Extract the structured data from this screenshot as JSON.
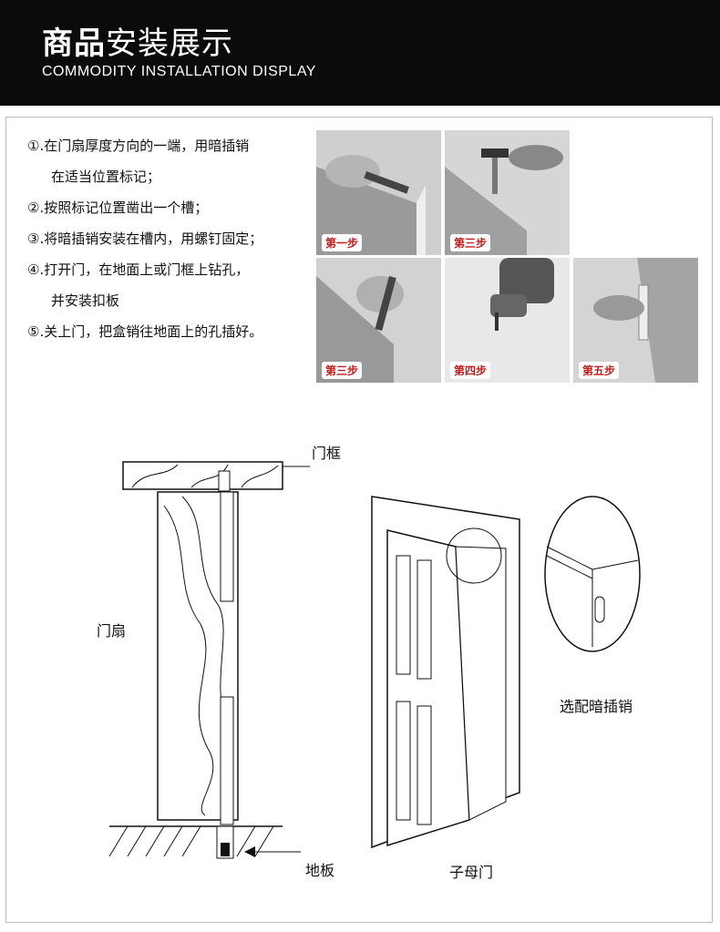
{
  "header": {
    "title_bold": "商品",
    "title_light": "安装展示",
    "subtitle": "COMMODITY INSTALLATION DISPLAY"
  },
  "steps": [
    "①.在门扇厚度方向的一端，用暗插销",
    "在适当位置标记；",
    "②.按照标记位置凿出一个槽；",
    "③.将暗插销安装在槽内，用螺钉固定；",
    "④.打开门，在地面上或门框上钻孔，",
    "并安装扣板",
    "⑤.关上门，把盒销往地面上的孔插好。"
  ],
  "photos": [
    {
      "label": "第一步",
      "icon": "marking-pen-icon"
    },
    {
      "label": "第三步",
      "icon": "hammer-chisel-icon"
    },
    {
      "label": "第三步",
      "icon": "screwdriver-icon"
    },
    {
      "label": "第四步",
      "icon": "drill-icon"
    },
    {
      "label": "第五步",
      "icon": "bolt-install-icon"
    }
  ],
  "diagram": {
    "door_frame": "门框",
    "door_leaf": "门扇",
    "floor": "地板",
    "optional_bolt": "选配暗插销",
    "double_door": "子母门"
  }
}
